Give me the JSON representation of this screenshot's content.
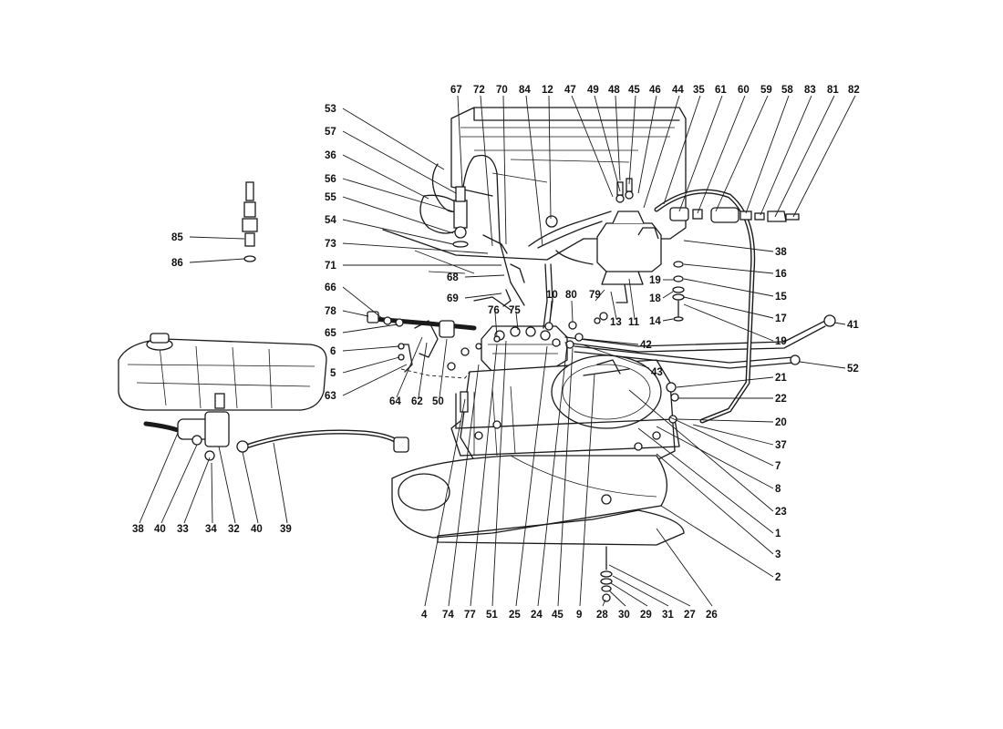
{
  "callouts": [
    {
      "id": "c67",
      "text": "67"
    },
    {
      "id": "c72",
      "text": "72"
    },
    {
      "id": "c70",
      "text": "70"
    },
    {
      "id": "c84",
      "text": "84"
    },
    {
      "id": "c12",
      "text": "12"
    },
    {
      "id": "c47",
      "text": "47"
    },
    {
      "id": "c49",
      "text": "49"
    },
    {
      "id": "c48",
      "text": "48"
    },
    {
      "id": "c45a",
      "text": "45"
    },
    {
      "id": "c46",
      "text": "46"
    },
    {
      "id": "c44",
      "text": "44"
    },
    {
      "id": "c35",
      "text": "35"
    },
    {
      "id": "c61",
      "text": "61"
    },
    {
      "id": "c60",
      "text": "60"
    },
    {
      "id": "c59",
      "text": "59"
    },
    {
      "id": "c58",
      "text": "58"
    },
    {
      "id": "c83",
      "text": "83"
    },
    {
      "id": "c81",
      "text": "81"
    },
    {
      "id": "c82",
      "text": "82"
    },
    {
      "id": "c53",
      "text": "53"
    },
    {
      "id": "c57",
      "text": "57"
    },
    {
      "id": "c36",
      "text": "36"
    },
    {
      "id": "c56",
      "text": "56"
    },
    {
      "id": "c55",
      "text": "55"
    },
    {
      "id": "c54",
      "text": "54"
    },
    {
      "id": "c73",
      "text": "73"
    },
    {
      "id": "c71",
      "text": "71"
    },
    {
      "id": "c68",
      "text": "68"
    },
    {
      "id": "c69",
      "text": "69"
    },
    {
      "id": "c66",
      "text": "66"
    },
    {
      "id": "c78",
      "text": "78"
    },
    {
      "id": "c65",
      "text": "65"
    },
    {
      "id": "c6",
      "text": "6"
    },
    {
      "id": "c5",
      "text": "5"
    },
    {
      "id": "c63",
      "text": "63"
    },
    {
      "id": "c85",
      "text": "85"
    },
    {
      "id": "c86",
      "text": "86"
    },
    {
      "id": "c10",
      "text": "10"
    },
    {
      "id": "c80",
      "text": "80"
    },
    {
      "id": "c79",
      "text": "79"
    },
    {
      "id": "c13",
      "text": "13"
    },
    {
      "id": "c11",
      "text": "11"
    },
    {
      "id": "c76",
      "text": "76"
    },
    {
      "id": "c75",
      "text": "75"
    },
    {
      "id": "c42",
      "text": "42"
    },
    {
      "id": "c43",
      "text": "43"
    },
    {
      "id": "c64",
      "text": "64"
    },
    {
      "id": "c62",
      "text": "62"
    },
    {
      "id": "c50",
      "text": "50"
    },
    {
      "id": "c38a",
      "text": "38"
    },
    {
      "id": "c16",
      "text": "16"
    },
    {
      "id": "c19a",
      "text": "19"
    },
    {
      "id": "c15",
      "text": "15"
    },
    {
      "id": "c18",
      "text": "18"
    },
    {
      "id": "c17",
      "text": "17"
    },
    {
      "id": "c14",
      "text": "14"
    },
    {
      "id": "c19b",
      "text": "19"
    },
    {
      "id": "c41",
      "text": "41"
    },
    {
      "id": "c52",
      "text": "52"
    },
    {
      "id": "c21",
      "text": "21"
    },
    {
      "id": "c22",
      "text": "22"
    },
    {
      "id": "c20",
      "text": "20"
    },
    {
      "id": "c37",
      "text": "37"
    },
    {
      "id": "c7",
      "text": "7"
    },
    {
      "id": "c8",
      "text": "8"
    },
    {
      "id": "c23",
      "text": "23"
    },
    {
      "id": "c1",
      "text": "1"
    },
    {
      "id": "c3",
      "text": "3"
    },
    {
      "id": "c2",
      "text": "2"
    },
    {
      "id": "c38b",
      "text": "38"
    },
    {
      "id": "c40a",
      "text": "40"
    },
    {
      "id": "c33",
      "text": "33"
    },
    {
      "id": "c34",
      "text": "34"
    },
    {
      "id": "c32",
      "text": "32"
    },
    {
      "id": "c40b",
      "text": "40"
    },
    {
      "id": "c39",
      "text": "39"
    },
    {
      "id": "c4",
      "text": "4"
    },
    {
      "id": "c74",
      "text": "74"
    },
    {
      "id": "c77",
      "text": "77"
    },
    {
      "id": "c51",
      "text": "51"
    },
    {
      "id": "c25",
      "text": "25"
    },
    {
      "id": "c24",
      "text": "24"
    },
    {
      "id": "c45b",
      "text": "45"
    },
    {
      "id": "c9",
      "text": "9"
    },
    {
      "id": "c28",
      "text": "28"
    },
    {
      "id": "c30",
      "text": "30"
    },
    {
      "id": "c29",
      "text": "29"
    },
    {
      "id": "c31",
      "text": "31"
    },
    {
      "id": "c27",
      "text": "27"
    },
    {
      "id": "c26",
      "text": "26"
    }
  ]
}
